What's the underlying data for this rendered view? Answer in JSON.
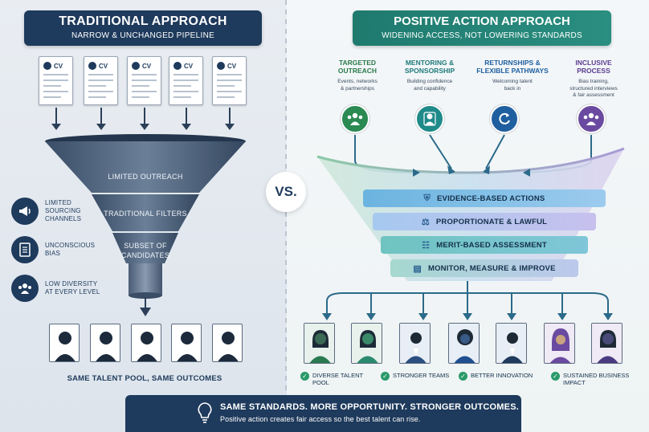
{
  "left": {
    "title": "TRADITIONAL APPROACH",
    "subtitle": "NARROW & UNCHANGED PIPELINE",
    "cv_label": "CV",
    "funnel": [
      "LIMITED OUTREACH",
      "TRADITIONAL FILTERS",
      "SUBSET OF",
      "CANDIDATES"
    ],
    "side_items": [
      {
        "icon": "megaphone-icon",
        "lines": [
          "LIMITED",
          "SOURCING",
          "CHANNELS"
        ]
      },
      {
        "icon": "checklist-icon",
        "lines": [
          "UNCONSCIOUS",
          "BIAS"
        ]
      },
      {
        "icon": "group-icon",
        "lines": [
          "LOW DIVERSITY",
          "AT EVERY LEVEL"
        ]
      }
    ],
    "caption": "SAME TALENT POOL, SAME OUTCOMES"
  },
  "vs": "VS.",
  "right": {
    "title": "POSITIVE ACTION APPROACH",
    "subtitle": "WIDENING ACCESS, NOT LOWERING STANDARDS",
    "columns": [
      {
        "title": [
          "TARGETED",
          "OUTREACH"
        ],
        "desc": [
          "Events, networks",
          "& partnerships"
        ],
        "color": "#2a8a52",
        "icon": "group-icon"
      },
      {
        "title": [
          "MENTORING &",
          "SPONSORSHIP"
        ],
        "desc": [
          "Building confidence",
          "and capability"
        ],
        "color": "#1f8a8a",
        "icon": "mentor-icon"
      },
      {
        "title": [
          "RETURNSHIPS &",
          "FLEXIBLE PATHWAYS"
        ],
        "desc": [
          "Welcoming talent",
          "back in"
        ],
        "color": "#1f5fa0",
        "icon": "refresh-icon"
      },
      {
        "title": [
          "INCLUSIVE",
          "PROCESS"
        ],
        "desc": [
          "Bias training,",
          "structured interviews",
          "& fair assessment"
        ],
        "color": "#6a4aa0",
        "icon": "group-icon"
      }
    ],
    "bars": [
      {
        "label": "EVIDENCE-BASED ACTIONS",
        "icon": "shield-check-icon"
      },
      {
        "label": "PROPORTIONATE & LAWFUL",
        "icon": "scales-icon"
      },
      {
        "label": "MERIT-BASED ASSESSMENT",
        "icon": "person-card-icon"
      },
      {
        "label": "MONITOR, MEASURE & IMPROVE",
        "icon": "bar-chart-icon"
      }
    ],
    "outcomes": [
      {
        "lines": [
          "DIVERSE TALENT",
          "POOL"
        ]
      },
      {
        "lines": [
          "STRONGER TEAMS"
        ]
      },
      {
        "lines": [
          "BETTER INNOVATION"
        ]
      },
      {
        "lines": [
          "SUSTAINED BUSINESS",
          "IMPACT"
        ]
      }
    ]
  },
  "footer": {
    "title": "SAME STANDARDS. MORE OPPORTUNITY. STRONGER OUTCOMES.",
    "subtitle": "Positive action creates fair access so the best talent can rise."
  }
}
